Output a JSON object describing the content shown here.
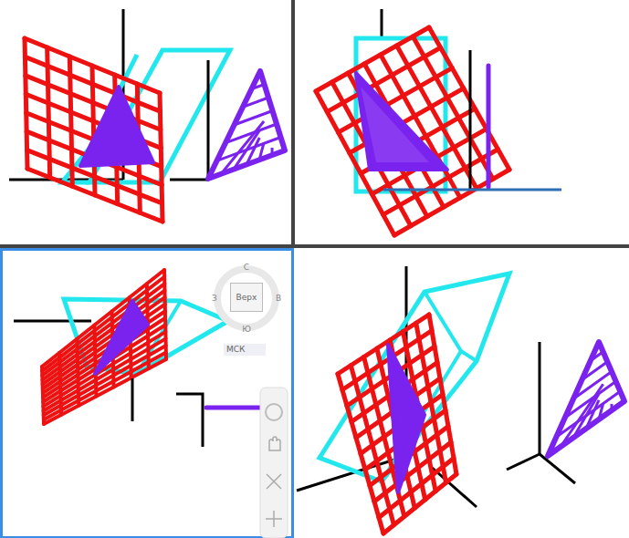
{
  "diagram": {
    "nodes": [
      {
        "text": [
          "Верх"
        ]
      },
      {
        "text": [
          "МСК"
        ]
      }
    ],
    "labels": [
      "С",
      "З",
      "В",
      "Ю"
    ]
  }
}
